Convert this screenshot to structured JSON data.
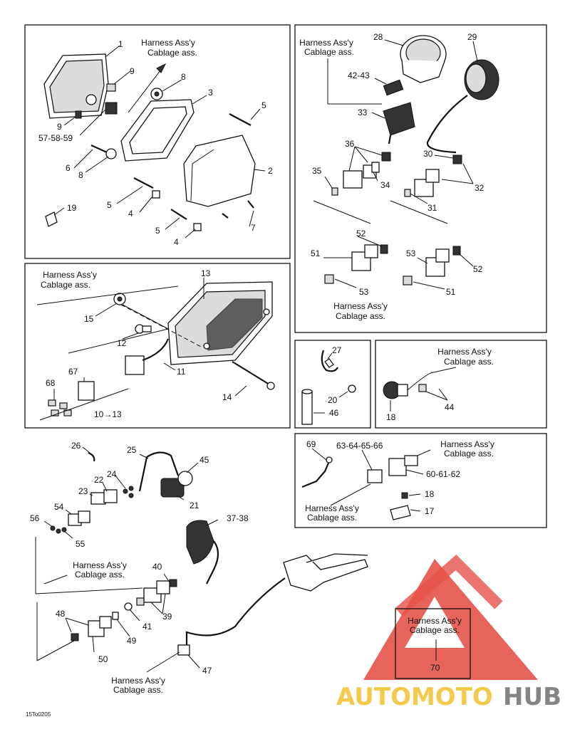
{
  "harness_label": {
    "line1": "Harness Ass'y",
    "line2": "Cablage ass."
  },
  "callouts": {
    "c1": "1",
    "c2": "2",
    "c3": "3",
    "c4a": "4",
    "c4b": "4",
    "c5a": "5",
    "c5b": "5",
    "c5c": "5",
    "c6": "6",
    "c7": "7",
    "c8a": "8",
    "c8b": "8",
    "c9a": "9",
    "c9b": "9",
    "c57": "57-58-59",
    "c19": "19",
    "c28": "28",
    "c29": "29",
    "c4243": "42-43",
    "c33": "33",
    "c36": "36",
    "c35": "35",
    "c34": "34",
    "c30": "30",
    "c32": "32",
    "c31": "31",
    "c52a": "52",
    "c52b": "52",
    "c51a": "51",
    "c51b": "51",
    "c53a": "53",
    "c53b": "53",
    "c13": "13",
    "c15": "15",
    "c12": "12",
    "c11": "11",
    "c14": "14",
    "c67": "67",
    "c68": "68",
    "c1013": "10→13",
    "c27": "27",
    "c20": "20",
    "c46": "46",
    "c18": "18",
    "c44": "44",
    "c26": "26",
    "c25": "25",
    "c45": "45",
    "c24": "24",
    "c22": "22",
    "c23": "23",
    "c21": "21",
    "c54": "54",
    "c56": "56",
    "c55": "55",
    "c3738": "37-38",
    "c40": "40",
    "c39": "39",
    "c41": "41",
    "c48": "48",
    "c49": "49",
    "c50": "50",
    "c47": "47",
    "c69": "69",
    "c6366": "63-64-65-66",
    "c6062": "60-61-62",
    "c18b": "18",
    "c17": "17",
    "c70": "70"
  },
  "ref_code": "15To0205",
  "logo": {
    "part1": "AUTOMOTO",
    "part2": "HUB",
    "red": "#e0352b",
    "gray": "#6f6f6f",
    "yellow": "#f3c12d"
  }
}
